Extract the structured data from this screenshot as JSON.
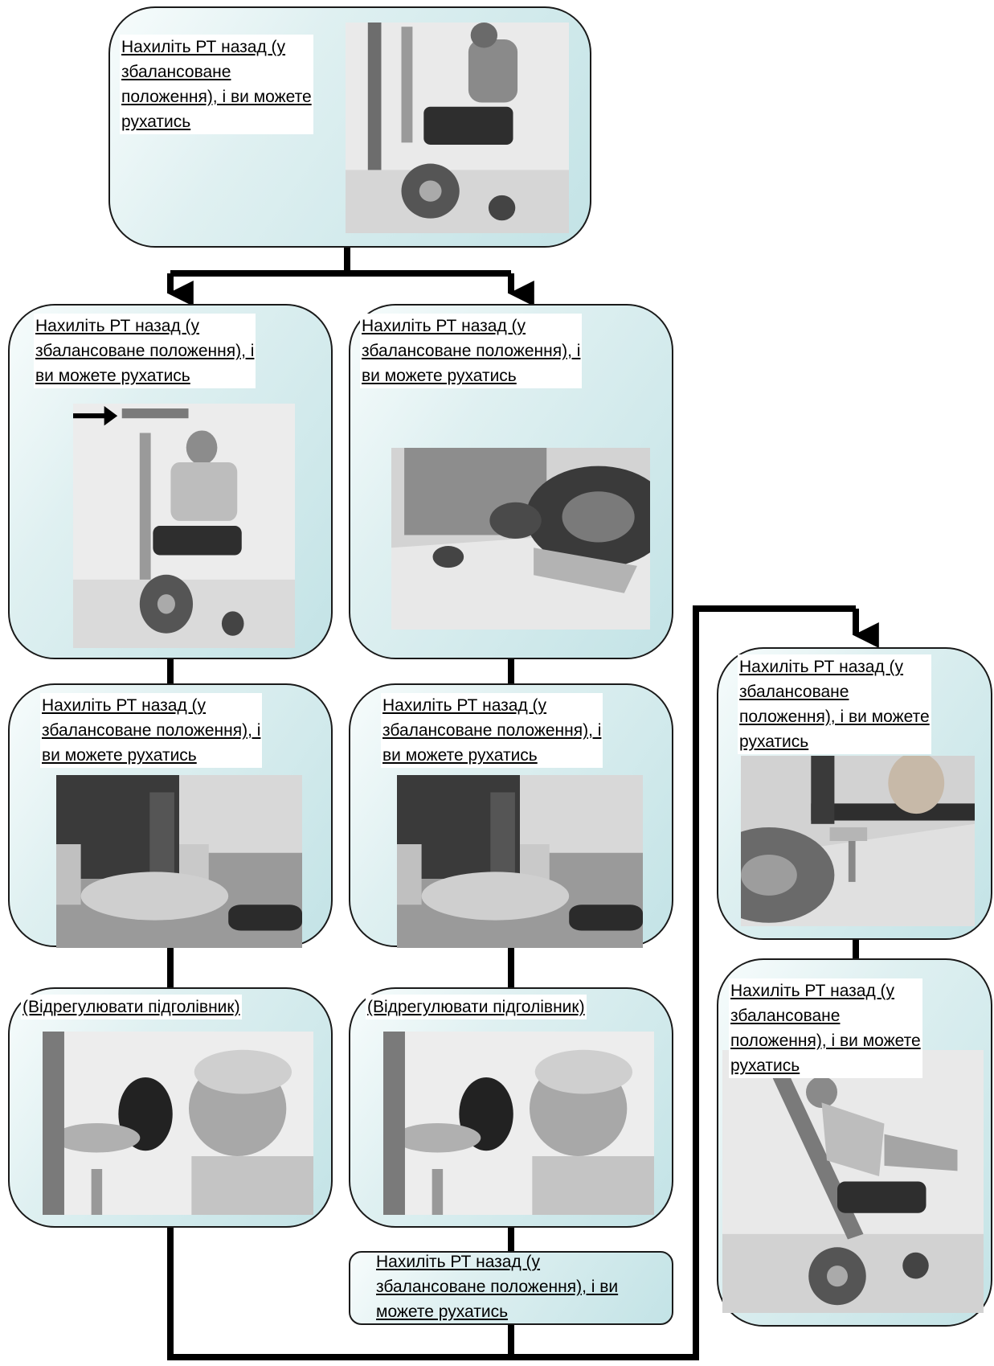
{
  "steps": {
    "s1": {
      "caption": "Нахиліть РТ назад (у \nзбалансоване \nположення), і ви можете \nрухатись"
    },
    "s2": {
      "caption": "Нахиліть РТ назад (у \nзбалансоване положення), і \nви можете рухатись"
    },
    "s3": {
      "caption": "Нахиліть РТ назад (у \nзбалансоване положення), і \nви можете рухатись"
    },
    "s4": {
      "caption": "Нахиліть РТ назад (у \nзбалансоване положення), і \nви можете рухатись"
    },
    "s5": {
      "caption": "Нахиліть РТ назад (у \nзбалансоване положення), і \nви можете рухатись"
    },
    "s6": {
      "caption": "(Відрегулювати підголівник)"
    },
    "s7": {
      "caption": "(Відрегулювати підголівник)"
    },
    "s8": {
      "caption": "Нахиліть РТ назад (у \nзбалансоване положення), і ви \nможете рухатись"
    },
    "s9": {
      "caption": "Нахиліть РТ назад (у \nзбалансоване \nположення), і ви можете \nрухатись"
    },
    "s10": {
      "caption": "Нахиліть РТ назад (у \nзбалансоване \nположення), і ви можете \nрухатись"
    }
  },
  "colors": {
    "box_fill": "#c3e3e6",
    "connector": "#000000"
  }
}
